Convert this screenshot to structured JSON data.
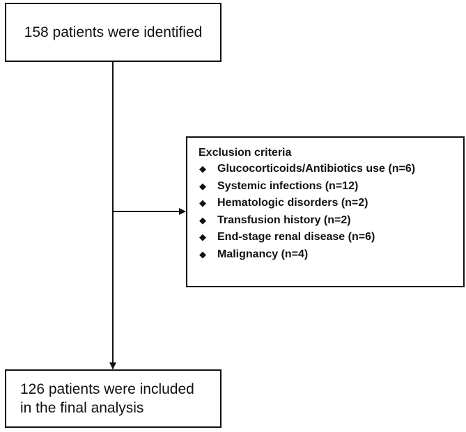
{
  "flow": {
    "top_box": "158 patients were identified",
    "bottom_box": {
      "line1": "126 patients were included",
      "line2": "in the final analysis"
    },
    "exclusion": {
      "title": "Exclusion criteria",
      "items": [
        "Glucocorticoids/Antibiotics use (n=6)",
        "Systemic infections (n=12)",
        "Hematologic disorders (n=2)",
        "Transfusion history (n=2)",
        "End-stage renal disease (n=6)",
        "Malignancy (n=4)"
      ]
    }
  }
}
